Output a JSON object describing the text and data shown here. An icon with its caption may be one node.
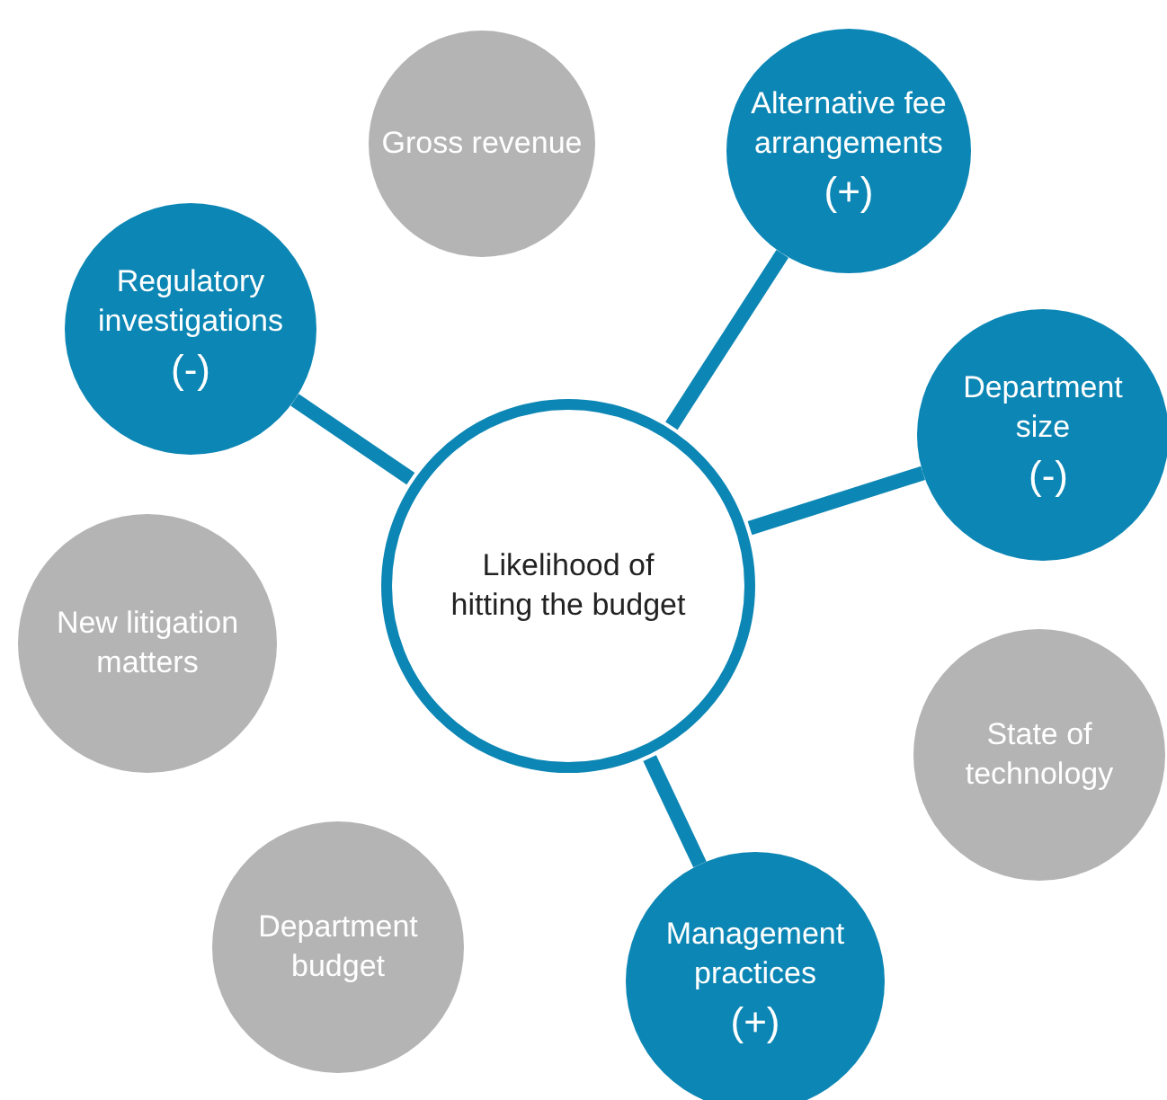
{
  "diagram": {
    "nodes": [
      {
        "text": [
          "Likelihood of hitting the budget"
        ]
      },
      {
        "text": [
          "Gross revenue"
        ]
      },
      {
        "text": [
          "Alternative fee arrangements",
          "(+)"
        ]
      },
      {
        "text": [
          "Regulatory investigations",
          "(-)"
        ]
      },
      {
        "text": [
          "Department size",
          "(-)"
        ]
      },
      {
        "text": [
          "New litigation matters"
        ]
      },
      {
        "text": [
          "State of technology"
        ]
      },
      {
        "text": [
          "Department budget"
        ]
      },
      {
        "text": [
          "Management practices",
          "(+)"
        ]
      }
    ],
    "edges": [
      {
        "from": 0,
        "to": 2,
        "arrow": "none"
      },
      {
        "from": 0,
        "to": 3,
        "arrow": "none"
      },
      {
        "from": 0,
        "to": 4,
        "arrow": "none"
      },
      {
        "from": 0,
        "to": 8,
        "arrow": "none"
      }
    ]
  }
}
